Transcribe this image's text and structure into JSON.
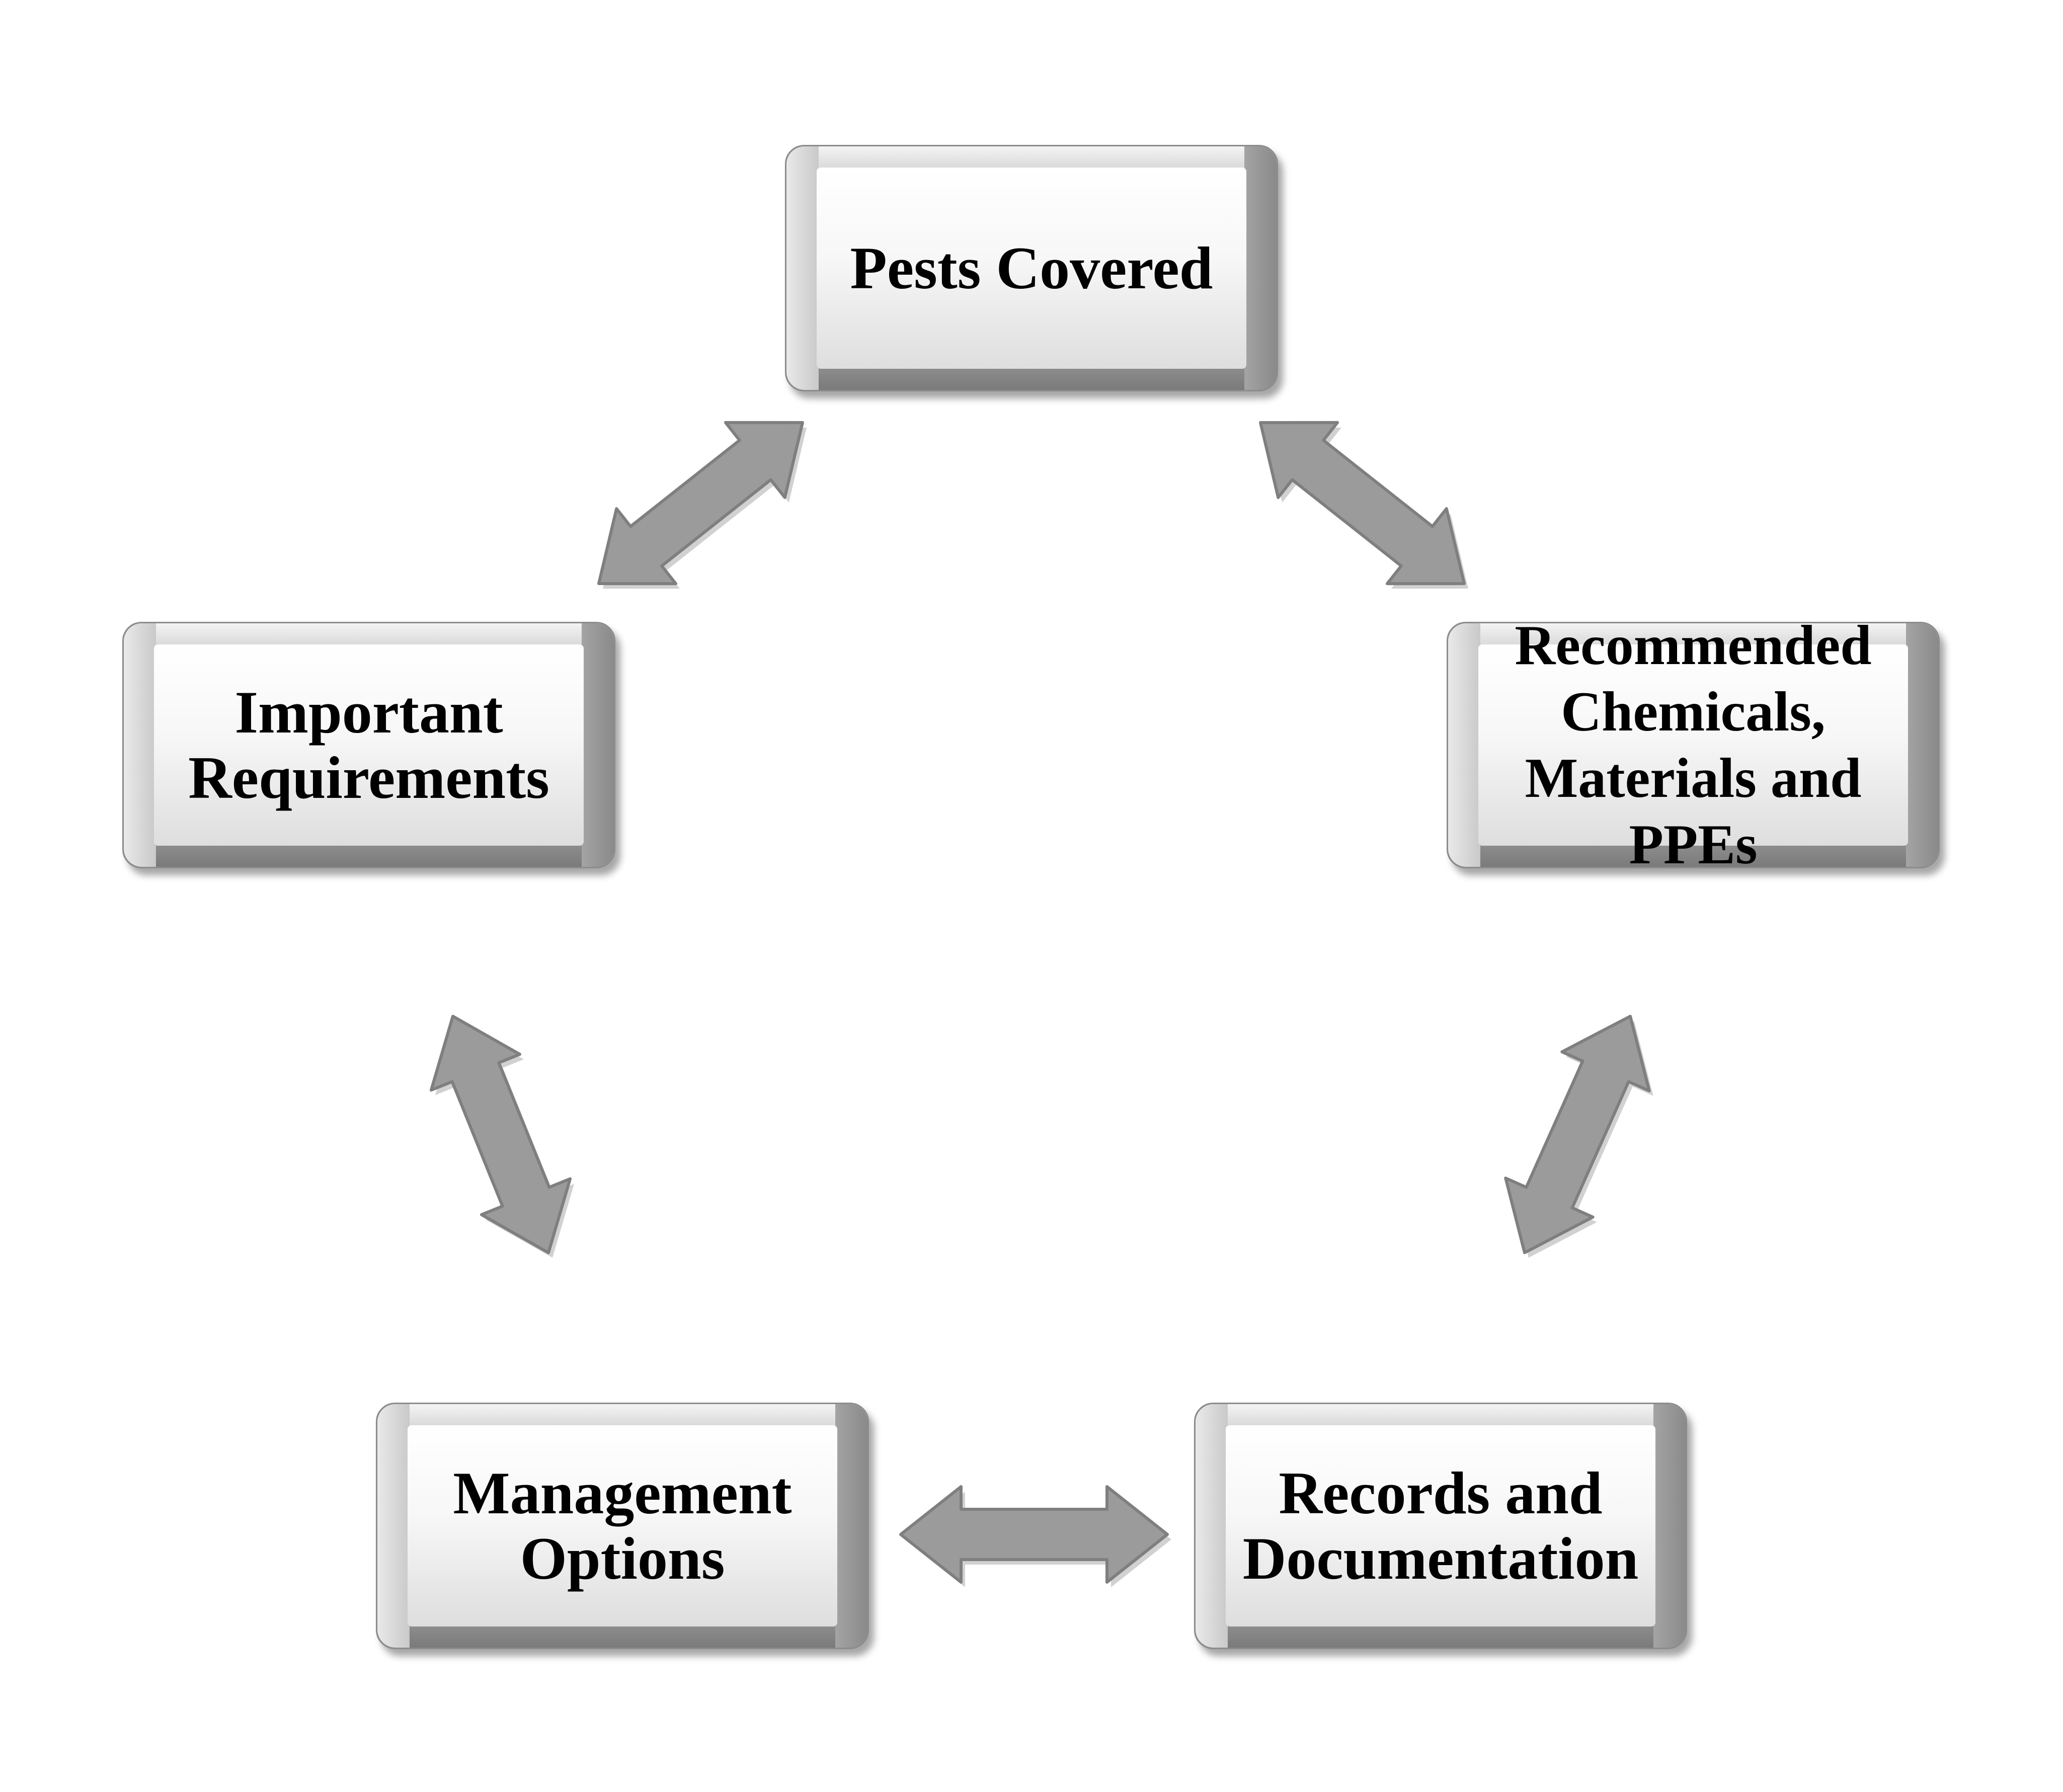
{
  "diagram": {
    "nodes": {
      "pests_covered": "Pests Covered",
      "important_requirements": "Important\nRequirements",
      "recommended_chemicals": "Recommended\nChemicals,\nMaterials and\nPPEs",
      "management_options": "Management\nOptions",
      "records_documentation": "Records and\nDocumentation"
    },
    "colors": {
      "arrow_fill": "#9b9b9b",
      "arrow_stroke": "#7f7f7f",
      "node_text": "#000000",
      "background": "#ffffff"
    },
    "arrow_type": "double-headed"
  }
}
